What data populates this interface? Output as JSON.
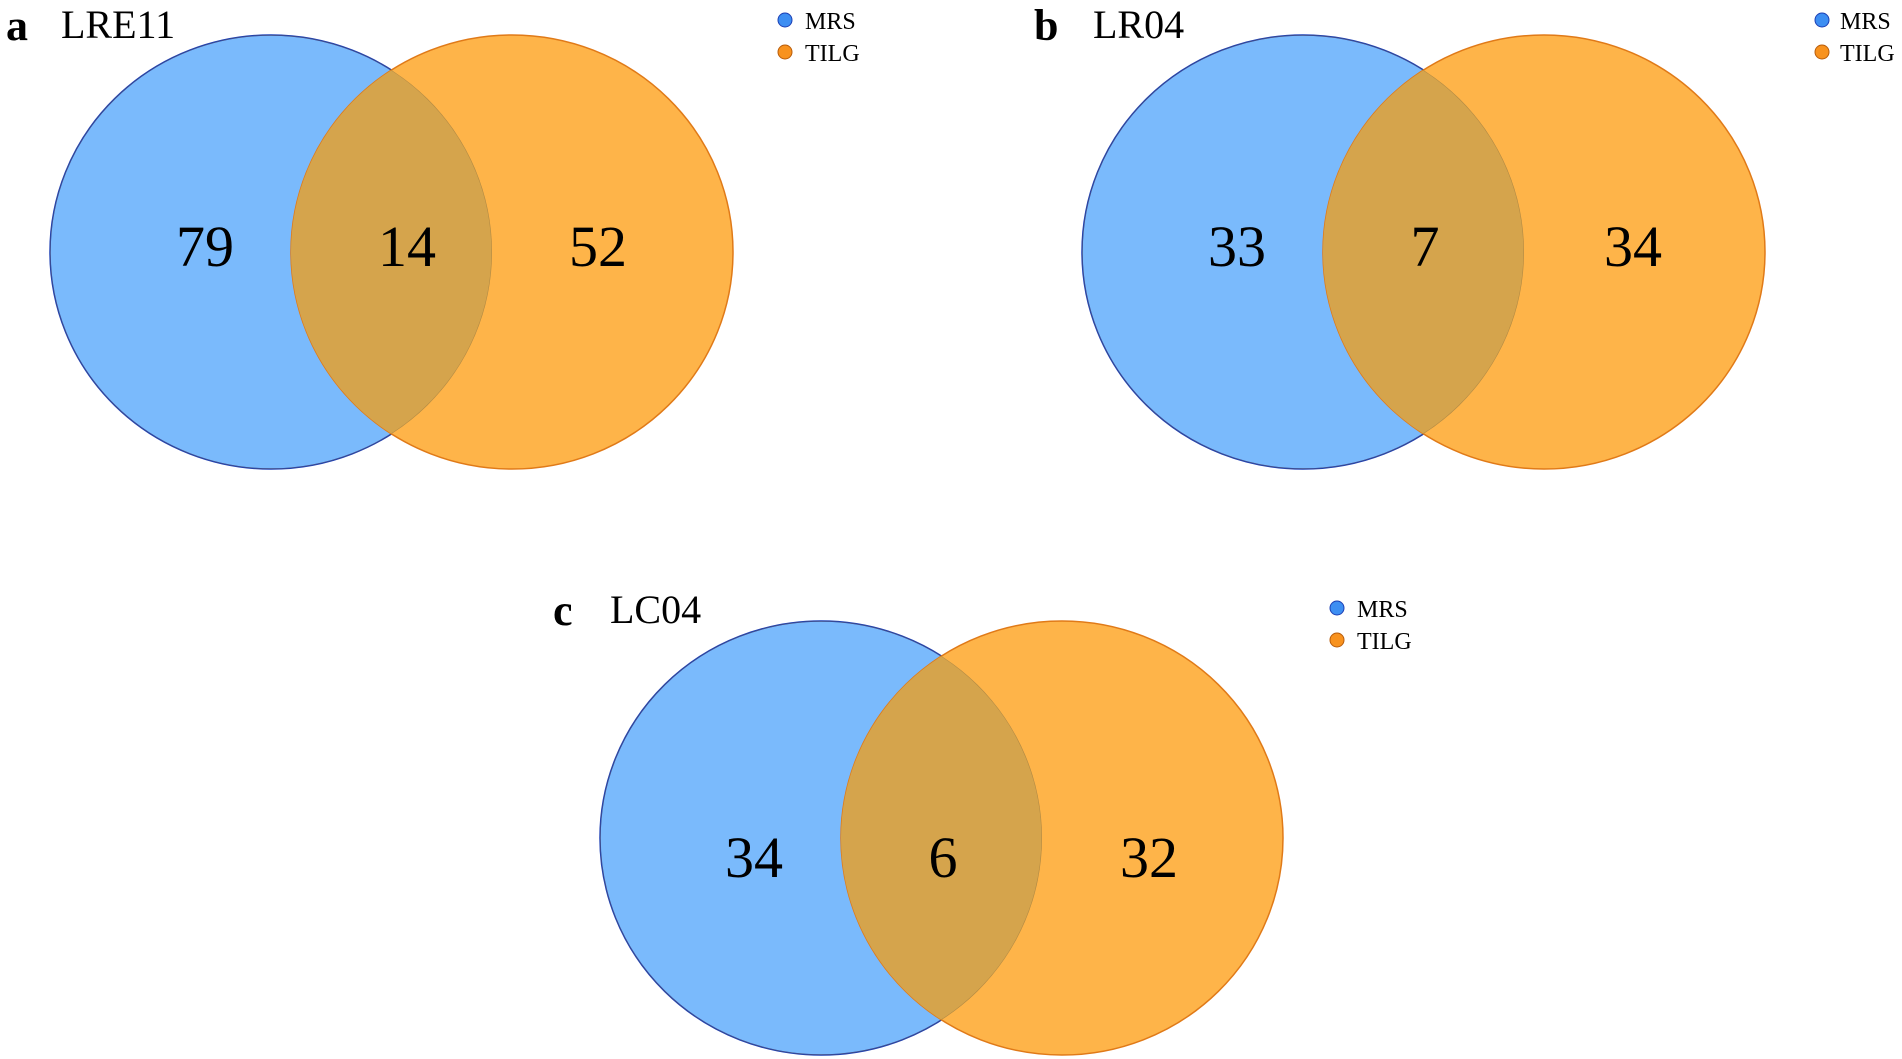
{
  "colors": {
    "set_a_fill": "#7ABAFC",
    "set_a_stroke": "#1C3FB4",
    "set_b_fill": "#FEB449",
    "set_b_stroke": "#E07A18",
    "overlap_fill": "#D5A44C",
    "legend_a_dot": "#3D8EF2",
    "legend_b_dot": "#F8921E"
  },
  "panels": [
    {
      "letter": "a",
      "title": "LRE11",
      "counts": {
        "only_a": "79",
        "both": "14",
        "only_b": "52"
      },
      "legend": [
        {
          "label": "MRS",
          "color_key": "legend_a_dot"
        },
        {
          "label": "TILG",
          "color_key": "legend_b_dot"
        }
      ]
    },
    {
      "letter": "b",
      "title": "LR04",
      "counts": {
        "only_a": "33",
        "both": "7",
        "only_b": "34"
      },
      "legend": [
        {
          "label": "MRS",
          "color_key": "legend_a_dot"
        },
        {
          "label": "TILG",
          "color_key": "legend_b_dot"
        }
      ]
    },
    {
      "letter": "c",
      "title": "LC04",
      "counts": {
        "only_a": "34",
        "both": "6",
        "only_b": "32"
      },
      "legend": [
        {
          "label": "MRS",
          "color_key": "legend_a_dot"
        },
        {
          "label": "TILG",
          "color_key": "legend_b_dot"
        }
      ]
    }
  ]
}
